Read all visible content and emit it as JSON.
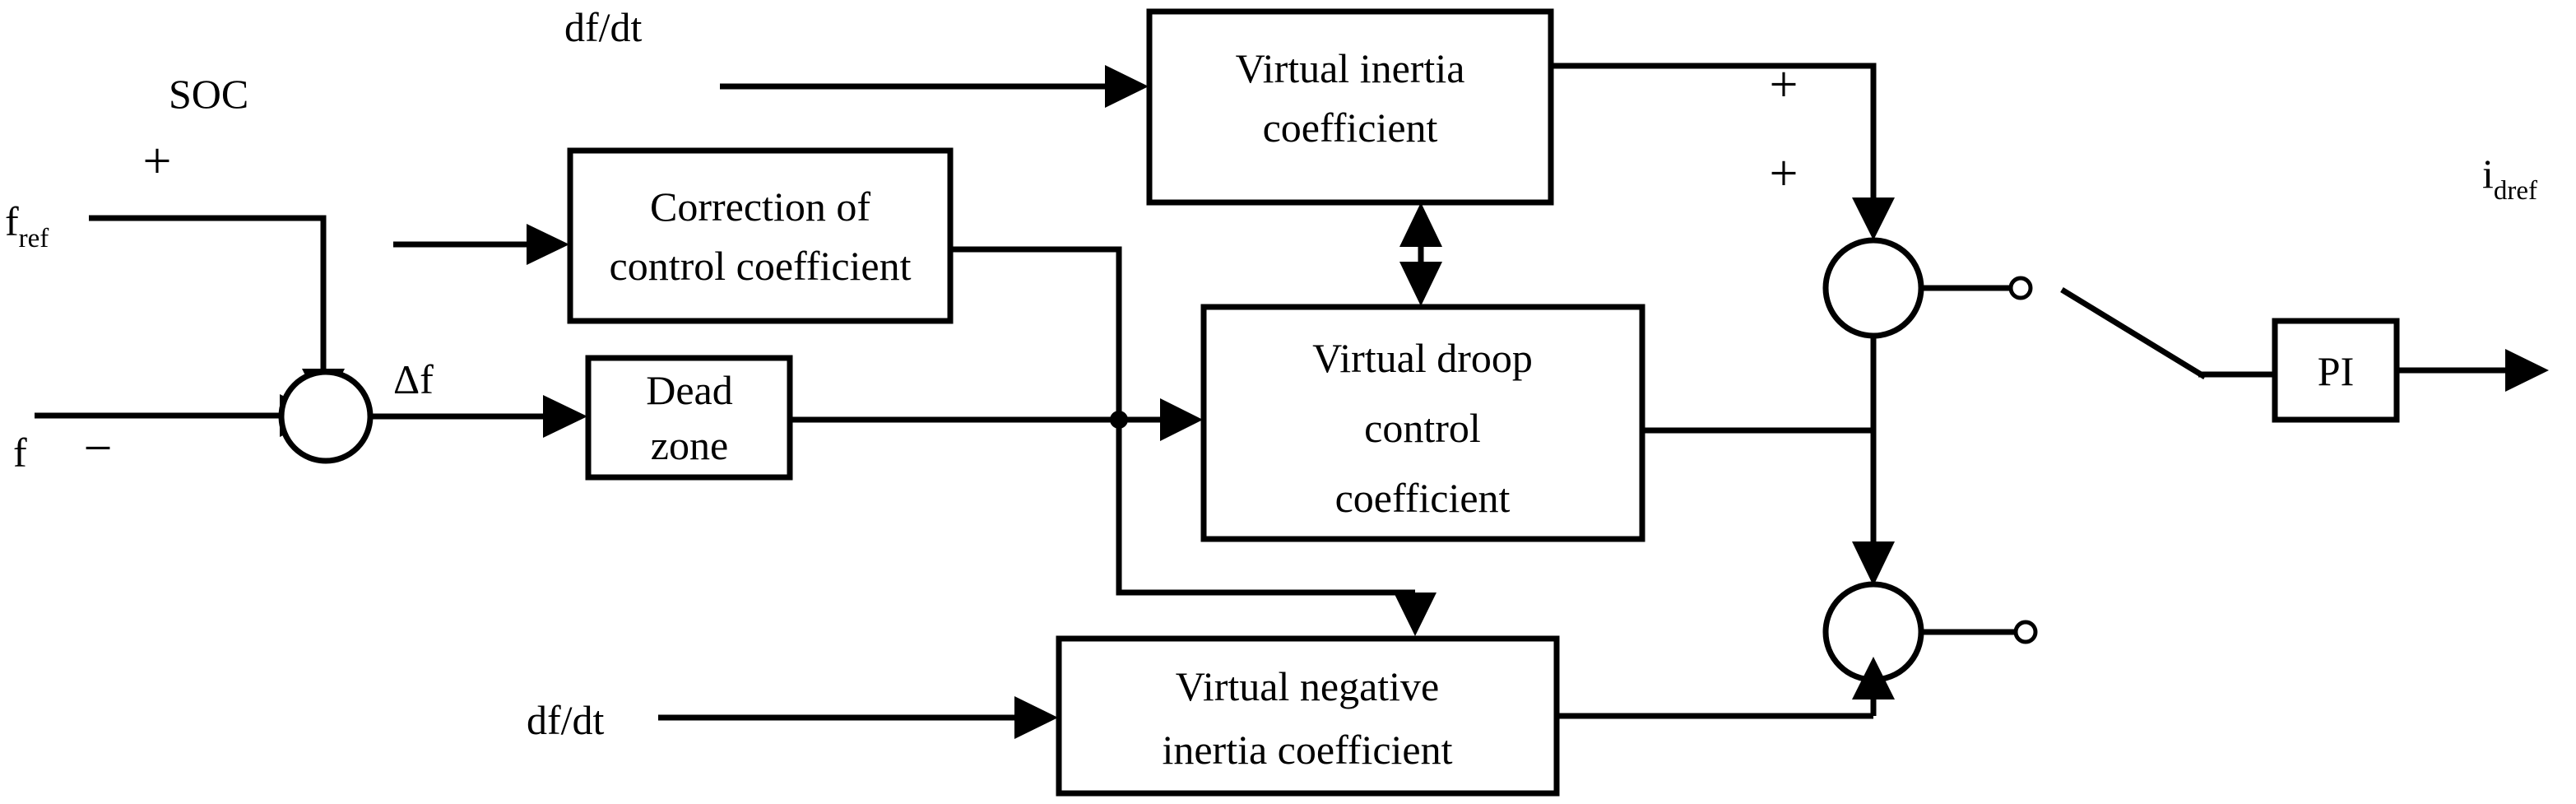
{
  "diagram": {
    "title": "Frequency control block diagram with virtual inertia and droop coefficients",
    "background_color": "#ffffff",
    "line_color": "#000000"
  },
  "signals": {
    "f_ref_base": "f",
    "f_ref_sub": "ref",
    "f_input": "f",
    "soc": "SOC",
    "delta_f": "Δf",
    "df_dt_top": "df/dt",
    "df_dt_bottom": "df/dt",
    "i_dref_base": "i",
    "i_dref_sub": "dref",
    "plus_sum_left": "+",
    "minus_sum_left": "−",
    "plus_sum_upper_right": "+",
    "plus_sum_lower_right": "+"
  },
  "blocks": [
    {
      "id": "correction",
      "lines": [
        "Correction of",
        "control coefficient"
      ]
    },
    {
      "id": "dead-zone",
      "lines": [
        "Dead",
        "zone"
      ]
    },
    {
      "id": "virtual-inertia",
      "lines": [
        "Virtual inertia",
        "coefficient"
      ]
    },
    {
      "id": "virtual-droop",
      "lines": [
        "Virtual droop",
        "control",
        "coefficient"
      ]
    },
    {
      "id": "virtual-negative-inertia",
      "lines": [
        "Virtual negative",
        "inertia coefficient"
      ]
    },
    {
      "id": "pi",
      "lines": [
        "PI"
      ]
    }
  ]
}
